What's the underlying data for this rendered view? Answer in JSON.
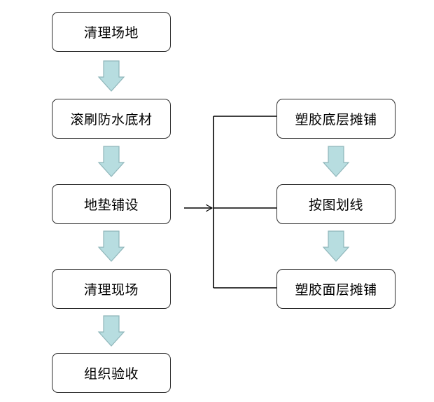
{
  "diagram": {
    "main_flow": [
      {
        "id": "b1",
        "label": "清理场地"
      },
      {
        "id": "b2",
        "label": "滚刷防水底材"
      },
      {
        "id": "b3",
        "label": "地垫铺设"
      },
      {
        "id": "b4",
        "label": "清理现场"
      },
      {
        "id": "b5",
        "label": "组织验收"
      }
    ],
    "sub_flow": [
      {
        "id": "r1",
        "label": "塑胶底层摊铺"
      },
      {
        "id": "r2",
        "label": "按图划线"
      },
      {
        "id": "r3",
        "label": "塑胶面层摊铺"
      }
    ],
    "colors": {
      "arrow_fill": "#b7dde0",
      "arrow_stroke": "#8fb6ba",
      "box_border": "#2b2b2b",
      "line": "#000000"
    }
  }
}
